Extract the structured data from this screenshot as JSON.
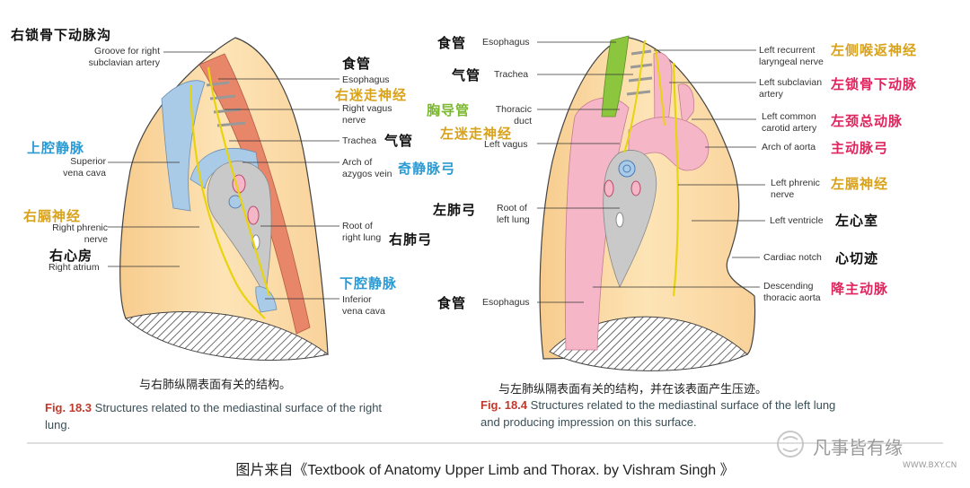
{
  "right_lung": {
    "labels": {
      "groove_zh": "右锁骨下动脉沟",
      "groove_en": "Groove for right\nsubclavian artery",
      "esophagus_zh": "食管",
      "esophagus_en": "Esophagus",
      "right_vagus_zh": "右迷走神经",
      "right_vagus_en": "Right vagus\nnerve",
      "trachea_en": "Trachea",
      "trachea_zh": "气管",
      "svc_zh": "上腔静脉",
      "svc_en": "Superior\nvena cava",
      "azygos_en": "Arch of\nazygos vein",
      "azygos_zh": "奇静脉弓",
      "phrenic_zh": "右膈神经",
      "phrenic_en": "Right phrenic\nnerve",
      "root_en": "Root of\nright lung",
      "root_zh": "右肺弓",
      "atrium_zh": "右心房",
      "atrium_en": "Right atrium",
      "ivc_zh": "下腔静脉",
      "ivc_en": "Inferior\nvena cava"
    },
    "caption_zh": "与右肺纵隔表面有关的结构。",
    "fig_num": "Fig. 18.3",
    "fig_text": " Structures related to the mediastinal surface of the right lung."
  },
  "left_lung": {
    "labels": {
      "esophagus_zh": "食管",
      "esophagus_en": "Esophagus",
      "trachea_zh": "气管",
      "trachea_en": "Trachea",
      "thoracic_duct_zh": "胸导管",
      "thoracic_duct_en": "Thoracic\nduct",
      "left_vagus_zh": "左迷走神经",
      "left_vagus_en": "Left vagus",
      "recurrent_en": "Left recurrent\nlaryngeal nerve",
      "recurrent_zh": "左侧喉返神经",
      "subclavian_en": "Left subclavian\nartery",
      "subclavian_zh": "左锁骨下动脉",
      "carotid_en": "Left common\ncarotid artery",
      "carotid_zh": "左颈总动脉",
      "arch_en": "Arch of aorta",
      "arch_zh": "主动脉弓",
      "phrenic_en": "Left phrenic\nnerve",
      "phrenic_zh": "左膈神经",
      "root_zh": "左肺弓",
      "root_en": "Root of\nleft lung",
      "ventricle_en": "Left ventricle",
      "ventricle_zh": "左心室",
      "notch_en": "Cardiac notch",
      "notch_zh": "心切迹",
      "desc_aorta_en": "Descending\nthoracic aorta",
      "desc_aorta_zh": "降主动脉",
      "esophagus2_zh": "食管",
      "esophagus2_en": "Esophagus"
    },
    "caption_zh": "与左肺纵隔表面有关的结构，并在该表面产生压迹。",
    "fig_num": "Fig. 18.4",
    "fig_text": " Structures related to the mediastinal surface of the left lung and producing impression on this surface."
  },
  "source_line": "图片来自《Textbook of Anatomy  Upper Limb and Thorax. by Vishram Singh 》",
  "watermark": {
    "text": "凡事皆有缘",
    "url": "WWW.BXY.CN"
  },
  "colors": {
    "lung": "#fbdcaa",
    "vein": "#aacbe8",
    "muscle": "#e8866a",
    "nerve": "#e8d40a",
    "artery": "#f5b7c8",
    "root": "#c9c9c9"
  }
}
